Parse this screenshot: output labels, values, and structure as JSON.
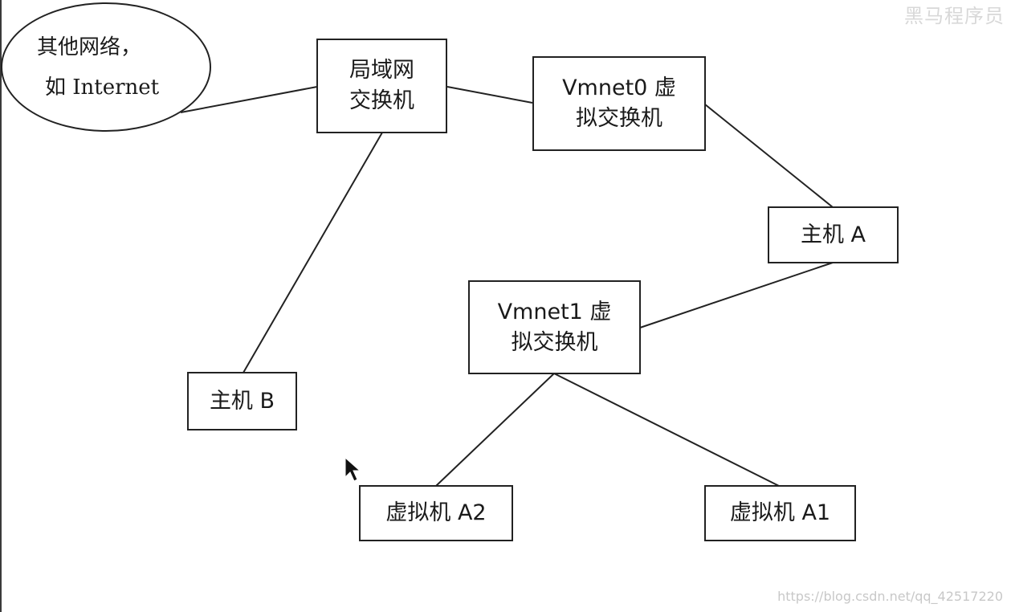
{
  "watermark": "黑马程序员",
  "credit": "https://blog.csdn.net/qq_42517220",
  "cloud": {
    "line1": "其他网络，",
    "line2": "如 Internet"
  },
  "nodes": {
    "lan_switch": {
      "line1": "局域网",
      "line2": "交换机"
    },
    "vmnet0": {
      "line1": "Vmnet0 虚",
      "line2": "拟交换机"
    },
    "host_a": {
      "line1": "主机 A"
    },
    "host_b": {
      "line1": "主机 B"
    },
    "vmnet1": {
      "line1": "Vmnet1 虚",
      "line2": "拟交换机"
    },
    "vm_a2": {
      "line1": "虚拟机 A2"
    },
    "vm_a1": {
      "line1": "虚拟机 A1"
    }
  },
  "colors": {
    "line": "#222222",
    "text": "#1a1a1a"
  },
  "icons": [
    "mouse-cursor-icon"
  ]
}
